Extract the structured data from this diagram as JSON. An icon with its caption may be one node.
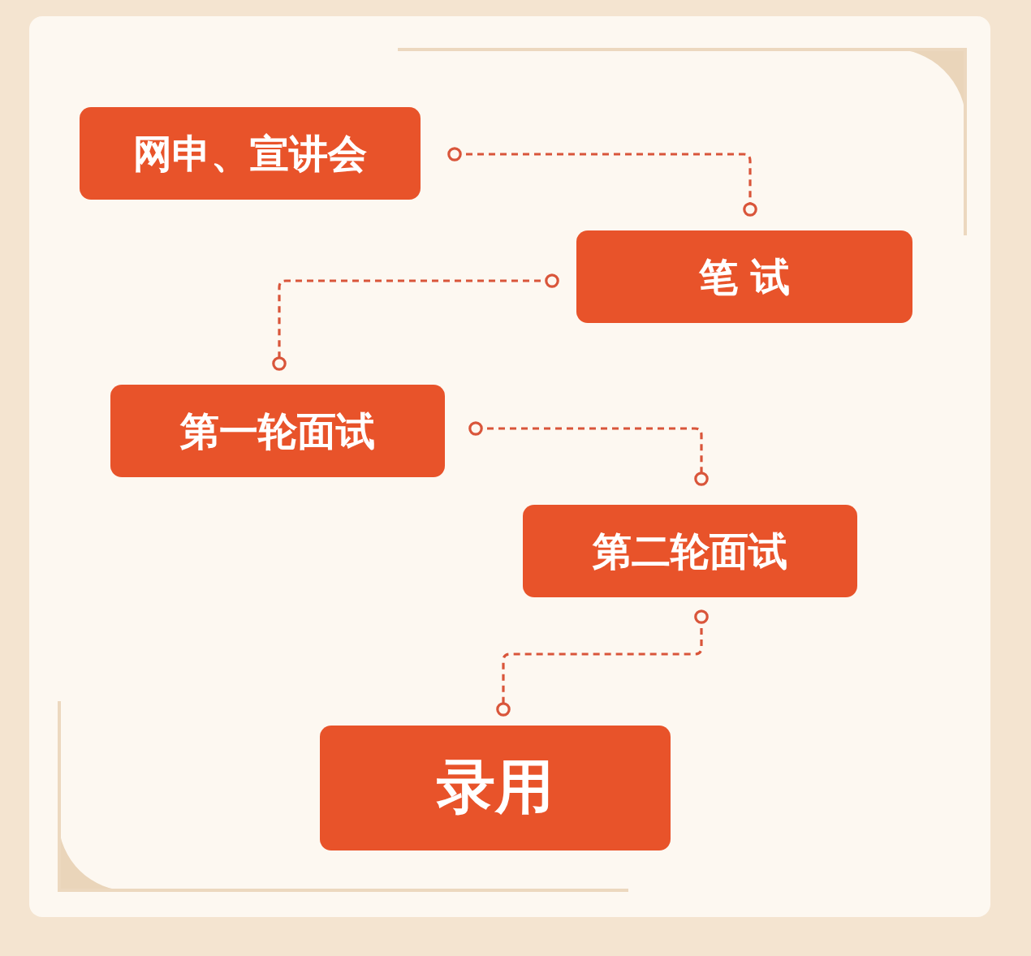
{
  "diagram": {
    "nodes": [
      {
        "text": [
          "网申、宣讲会"
        ]
      },
      {
        "text": [
          "笔 试"
        ]
      },
      {
        "text": [
          "第一轮面试"
        ]
      },
      {
        "text": [
          "第二轮面试"
        ]
      },
      {
        "text": [
          "录用"
        ]
      }
    ],
    "edges": [
      {
        "from": 0,
        "to": 1,
        "arrow": "other",
        "style": "dashed"
      },
      {
        "from": 1,
        "to": 2,
        "arrow": "other",
        "style": "dashed"
      },
      {
        "from": 2,
        "to": 3,
        "arrow": "other",
        "style": "dashed"
      },
      {
        "from": 3,
        "to": 4,
        "arrow": "other",
        "style": "dashed"
      }
    ]
  }
}
